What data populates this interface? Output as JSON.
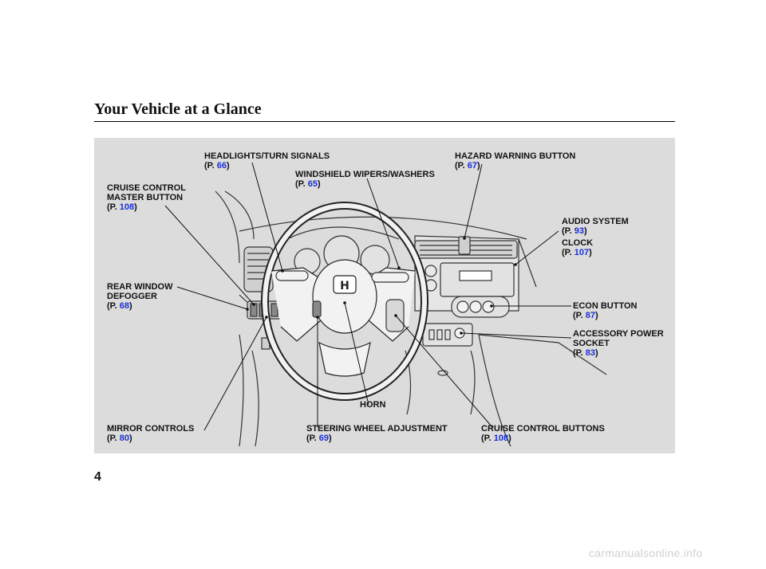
{
  "page": {
    "title": "Your Vehicle at a Glance",
    "page_number": "4",
    "watermark": "carmanualsonline.info"
  },
  "labels": {
    "headlights": {
      "line1": "HEADLIGHTS/TURN SIGNALS",
      "page": "66"
    },
    "wipers": {
      "line1": "WINDSHIELD WIPERS/WASHERS",
      "page": "65"
    },
    "hazard": {
      "line1": "HAZARD WARNING BUTTON",
      "page": "67"
    },
    "cruise_master": {
      "line1": "CRUISE CONTROL",
      "line2": "MASTER BUTTON",
      "page": "108"
    },
    "audio": {
      "line1": "AUDIO SYSTEM",
      "page": "93"
    },
    "clock": {
      "line1": "CLOCK",
      "page": "107"
    },
    "rear_defogger": {
      "line1": "REAR WINDOW",
      "line2": "DEFOGGER",
      "page": "68"
    },
    "econ": {
      "line1": "ECON BUTTON",
      "page": "87"
    },
    "accessory": {
      "line1": "ACCESSORY POWER",
      "line2": "SOCKET",
      "page": "83"
    },
    "horn": {
      "line1": "HORN"
    },
    "mirror": {
      "line1": "MIRROR CONTROLS",
      "page": "80"
    },
    "steering_adj": {
      "line1": "STEERING WHEEL ADJUSTMENT",
      "page": "69"
    },
    "cruise_buttons": {
      "line1": "CRUISE CONTROL BUTTONS",
      "page": "108"
    }
  },
  "p_prefix": "(P. ",
  "p_suffix": ")",
  "colors": {
    "page_ref": "#1a2fd6",
    "panel": "#dcdcdc"
  }
}
